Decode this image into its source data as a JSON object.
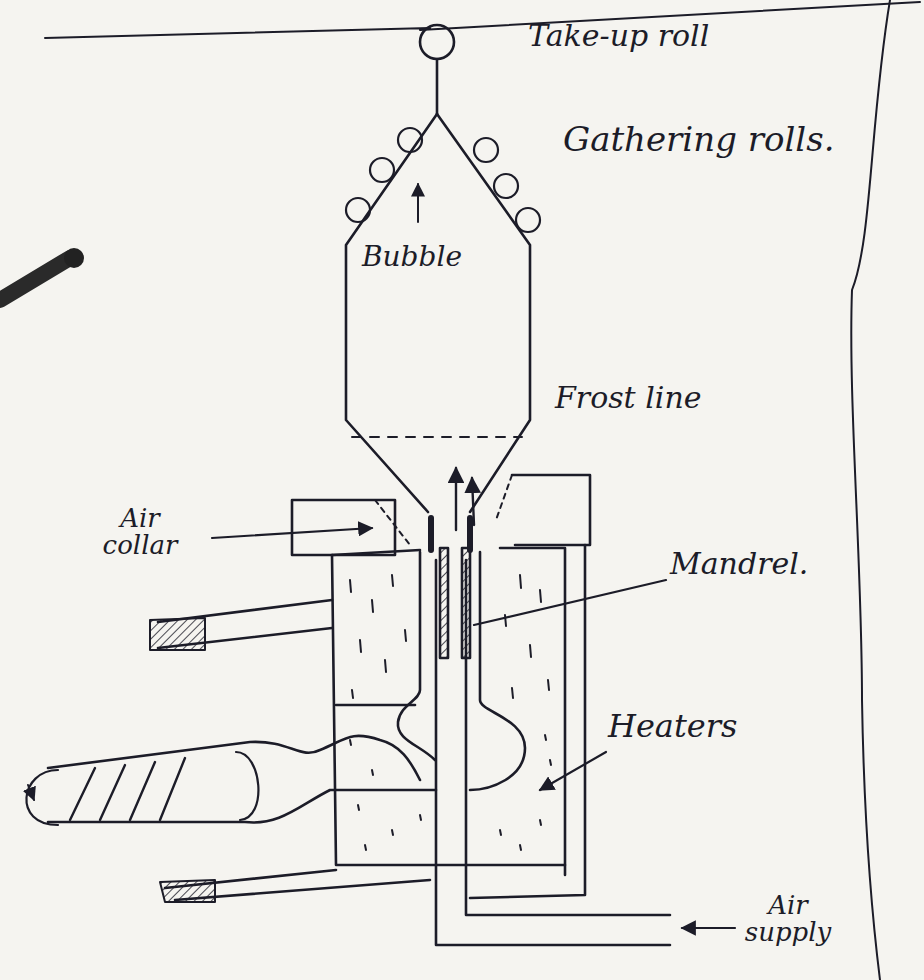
{
  "diagram": {
    "labels": [
      "Take-up roll",
      "Gathering rolls.",
      "Bubble",
      "Frost line",
      "Air collar",
      "Mandrel.",
      "Heaters",
      "Air supply"
    ]
  }
}
